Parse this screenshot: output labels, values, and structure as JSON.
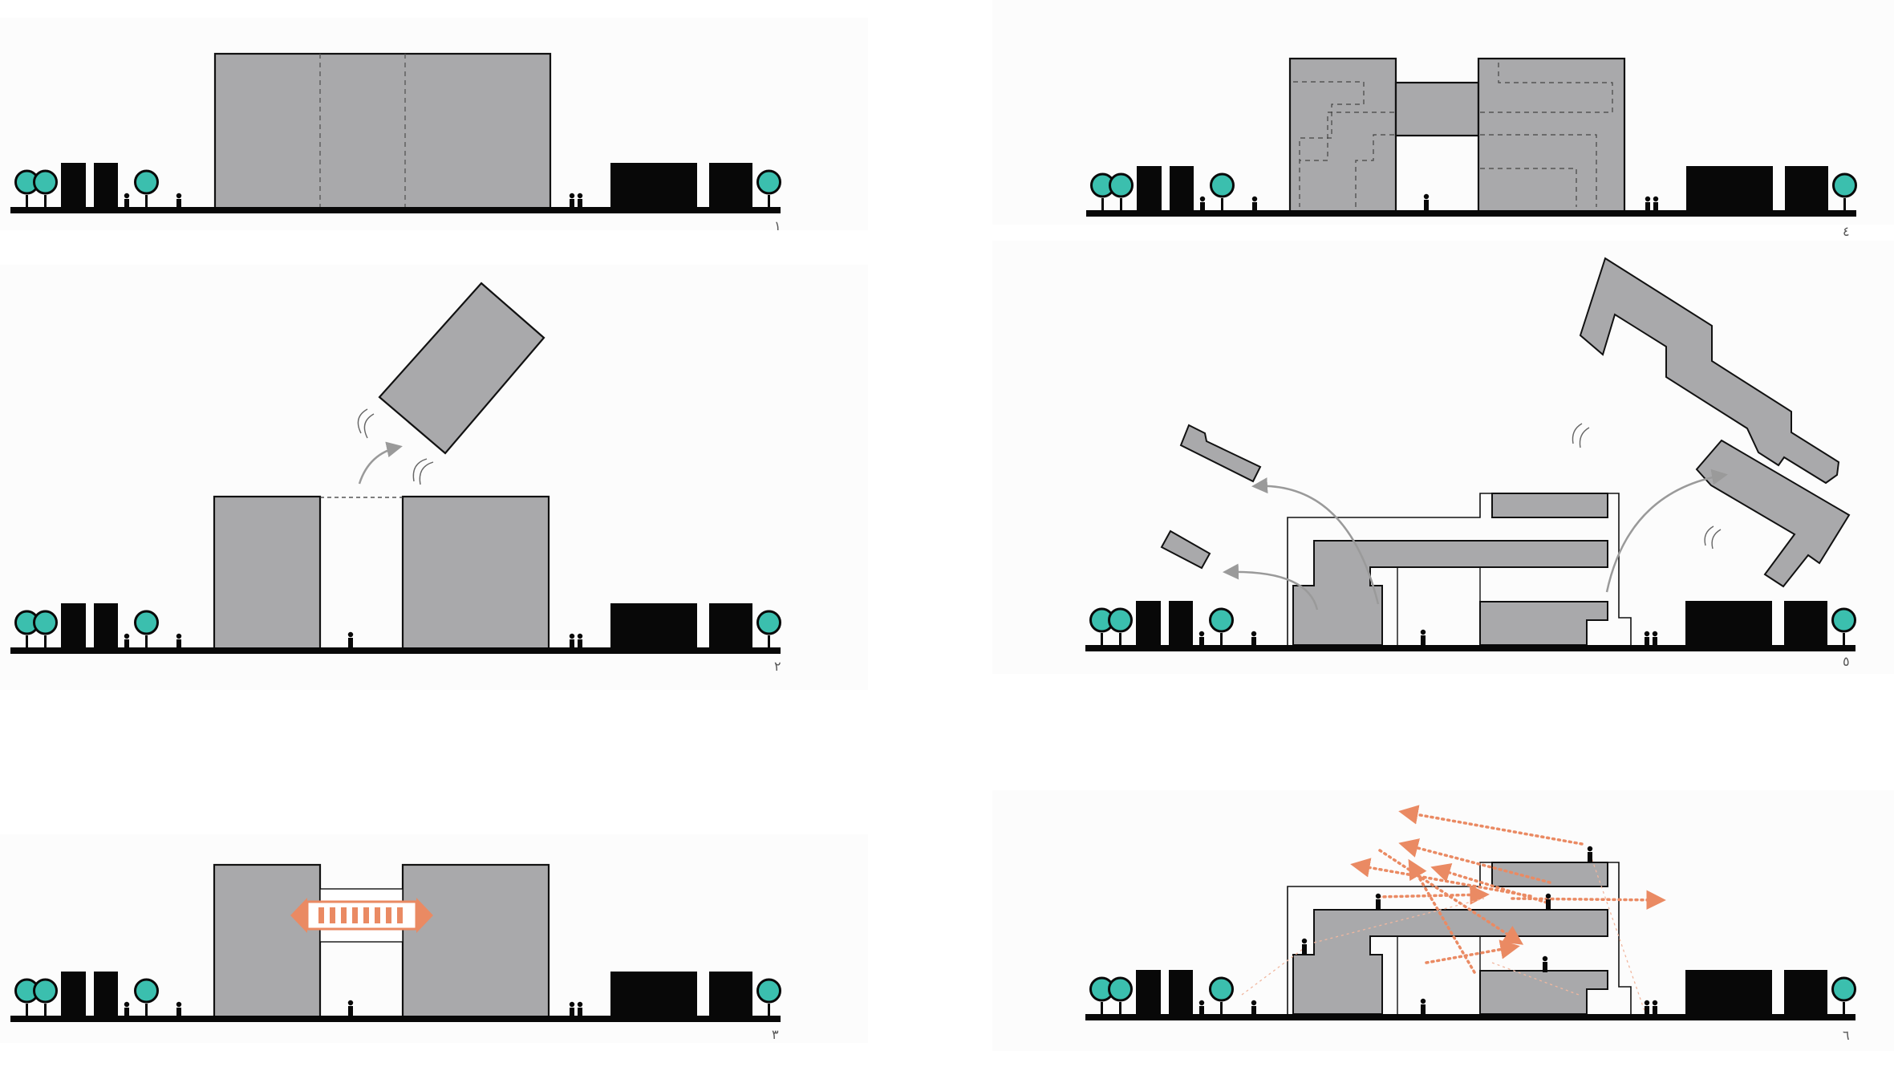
{
  "panels": [
    {
      "id": "p1",
      "label": "١"
    },
    {
      "id": "p2",
      "label": "٢"
    },
    {
      "id": "p3",
      "label": "٣"
    },
    {
      "id": "p4",
      "label": "٤"
    },
    {
      "id": "p5",
      "label": "٥"
    },
    {
      "id": "p6",
      "label": "٦"
    }
  ],
  "colors": {
    "massing": "#a9a9ab",
    "context": "#080808",
    "tree": "#3bbfae",
    "accent": "#ea8a63",
    "arrow": "#9a9a9a",
    "panel_bg": "#fcfcfc"
  },
  "icons": [
    "tree-icon",
    "person-icon",
    "curved-arrow-icon",
    "motion-lines-icon",
    "view-arrow-icon"
  ]
}
